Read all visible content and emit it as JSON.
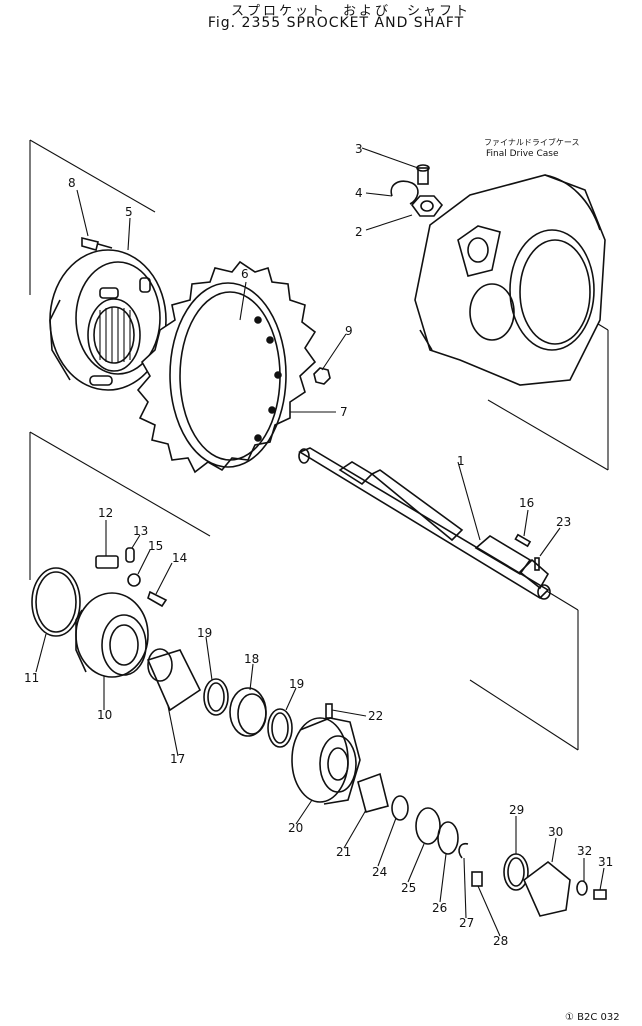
{
  "title_jp": "スプロケット　および　シャフト",
  "title_en": "Fig. 2355  SPROCKET AND SHAFT",
  "case_note_jp": "ファイナルドライブケース",
  "case_note_en": "Final Drive Case",
  "footer_code": "① B2C 032",
  "labels": [
    "1",
    "2",
    "3",
    "4",
    "5",
    "6",
    "7",
    "8",
    "9",
    "10",
    "11",
    "12",
    "13",
    "14",
    "15",
    "16",
    "17",
    "18",
    "19",
    "19",
    "20",
    "21",
    "22",
    "23",
    "24",
    "25",
    "26",
    "27",
    "28",
    "29",
    "30",
    "31",
    "32"
  ],
  "parts": {
    "final_drive_case": "final-drive-case",
    "sprocket": "sprocket",
    "hub": "hub",
    "shaft": "shaft"
  }
}
